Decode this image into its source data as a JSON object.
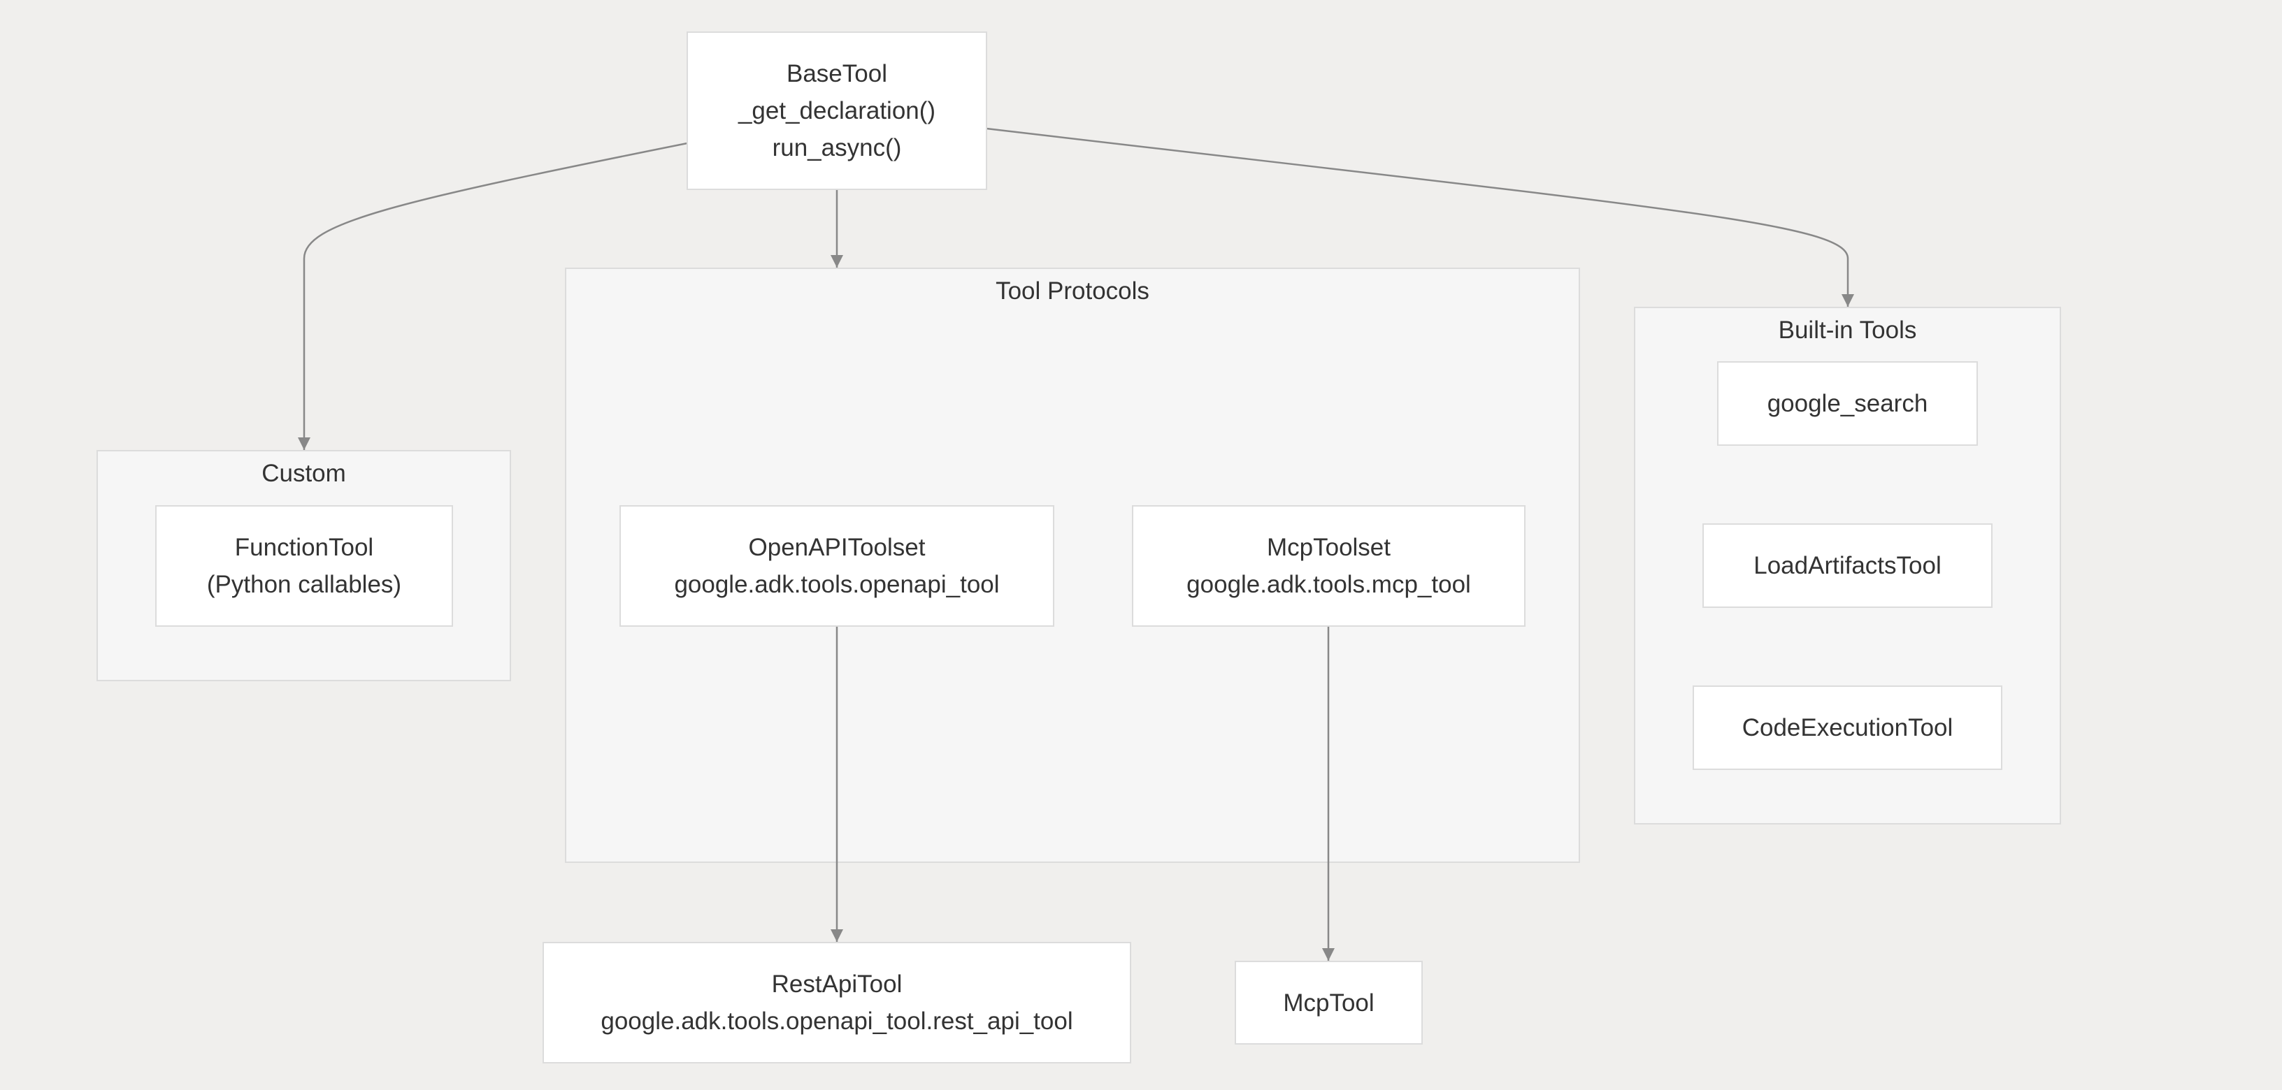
{
  "diagram": {
    "groups": {
      "custom": {
        "title": "Custom"
      },
      "tool_protocols": {
        "title": "Tool Protocols"
      },
      "builtin_tools": {
        "title": "Built-in Tools"
      }
    },
    "nodes": {
      "base_tool": {
        "lines": [
          "BaseTool",
          "_get_declaration()",
          "run_async()"
        ]
      },
      "function_tool": {
        "lines": [
          "FunctionTool",
          "(Python callables)"
        ]
      },
      "openapi_toolset": {
        "lines": [
          "OpenAPIToolset",
          "google.adk.tools.openapi_tool"
        ]
      },
      "mcp_toolset": {
        "lines": [
          "McpToolset",
          "google.adk.tools.mcp_tool"
        ]
      },
      "google_search": {
        "lines": [
          "google_search"
        ]
      },
      "load_artifacts_tool": {
        "lines": [
          "LoadArtifactsTool"
        ]
      },
      "code_execution_tool": {
        "lines": [
          "CodeExecutionTool"
        ]
      },
      "rest_api_tool": {
        "lines": [
          "RestApiTool",
          "google.adk.tools.openapi_tool.rest_api_tool"
        ]
      },
      "mcp_tool": {
        "lines": [
          "McpTool"
        ]
      }
    },
    "edges": [
      {
        "from": "base_tool",
        "to": "custom"
      },
      {
        "from": "base_tool",
        "to": "tool_protocols"
      },
      {
        "from": "base_tool",
        "to": "builtin_tools"
      },
      {
        "from": "openapi_toolset",
        "to": "rest_api_tool"
      },
      {
        "from": "mcp_toolset",
        "to": "mcp_tool"
      }
    ],
    "colors": {
      "background": "#f0efed",
      "group_fill": "#f6f6f6",
      "node_fill": "#ffffff",
      "border": "#dcdcdc",
      "edge": "#888888",
      "text": "#333333"
    }
  }
}
